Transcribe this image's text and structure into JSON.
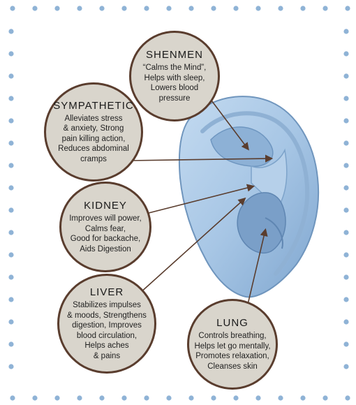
{
  "points": [
    {
      "id": "shenmen",
      "title": "SHENMEN",
      "desc": "“Calms the Mind”,\nHelps with sleep,\nLowers blood\npressure"
    },
    {
      "id": "sympathetic",
      "title": "SYMPATHETIC",
      "desc": "Alleviates stress\n& anxiety, Strong\npain killing action,\nReduces abdominal\ncramps"
    },
    {
      "id": "kidney",
      "title": "KIDNEY",
      "desc": "Improves will power,\nCalms fear,\nGood for backache,\nAids Digestion"
    },
    {
      "id": "liver",
      "title": "LIVER",
      "desc": "Stabilizes impulses\n& moods, Strengthens\ndigestion, Improves\nblood circulation,\nHelps aches\n& pains"
    },
    {
      "id": "lung",
      "title": "LUNG",
      "desc": "Controls breathing,\nHelps let go mentally,\nPromotes relaxation,\nCleanses skin"
    }
  ],
  "colors": {
    "dots": "#8fb3d6",
    "ear": "#a9c8e6",
    "bubble": "#d9d5cc",
    "border": "#5a3d2e",
    "arrow": "#5a3d2e"
  }
}
